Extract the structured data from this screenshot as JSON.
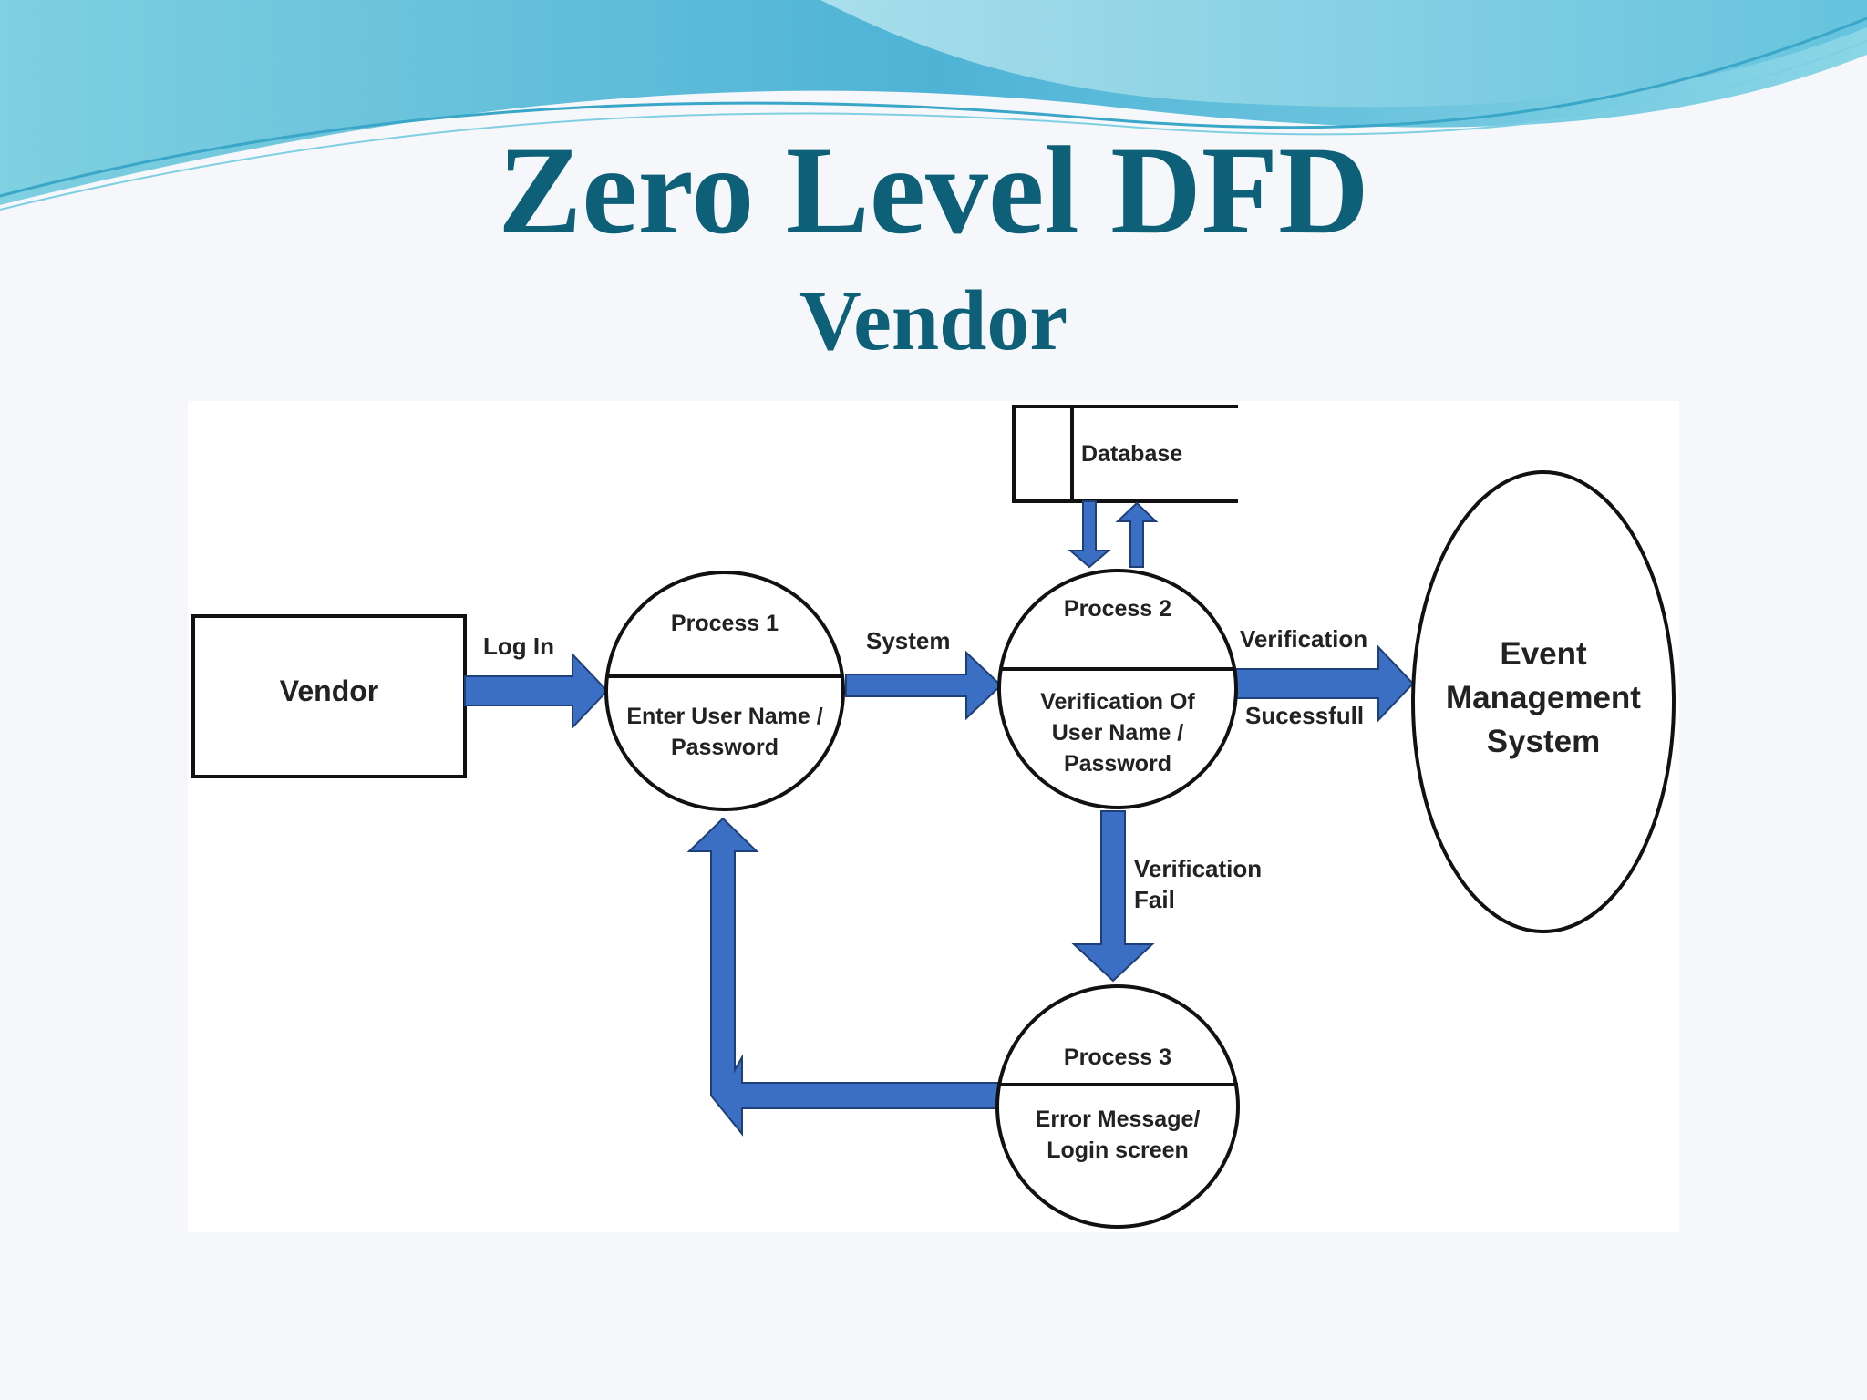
{
  "slide": {
    "title": "Zero Level DFD",
    "subtitle": "Vendor"
  },
  "diagram": {
    "entities": {
      "vendor": "Vendor"
    },
    "data_store": {
      "label": "Database"
    },
    "processes": {
      "p1": {
        "title": "Process 1",
        "body_line1": "Enter User Name /",
        "body_line2": "Password"
      },
      "p2": {
        "title": "Process 2",
        "body_line1": "Verification Of",
        "body_line2": "User Name /",
        "body_line3": "Password"
      },
      "p3": {
        "title": "Process 3",
        "body_line1": "Error Message/",
        "body_line2": "Login screen"
      }
    },
    "external_system": {
      "line1": "Event",
      "line2": "Management",
      "line3": "System"
    },
    "flows": {
      "login": "Log In",
      "system": "System",
      "verification_success_1": "Verification",
      "verification_success_2": "Sucessfull",
      "verification_fail_1": "Verification",
      "verification_fail_2": "Fail"
    }
  },
  "colors": {
    "title": "#0e6078",
    "arrow": "#3a6fc4",
    "arrow_outline": "#1f3f7a"
  }
}
